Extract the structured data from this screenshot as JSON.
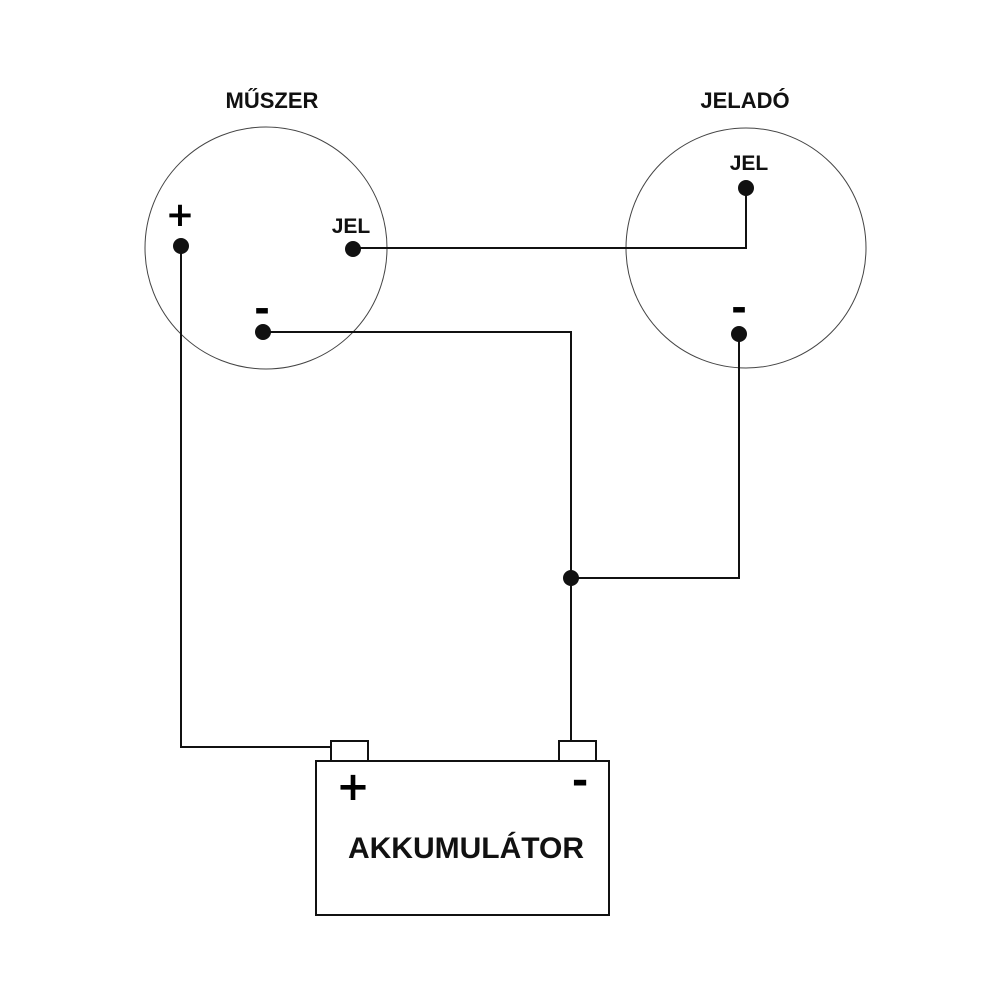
{
  "gauge": {
    "title": "MŰSZER",
    "plus_label": "+",
    "jel_label": "JEL",
    "minus_label": "-"
  },
  "sender": {
    "title": "JELADÓ",
    "jel_label": "JEL",
    "minus_label": "-"
  },
  "battery": {
    "title": "AKKUMULÁTOR",
    "plus_label": "+",
    "minus_label": "-"
  }
}
